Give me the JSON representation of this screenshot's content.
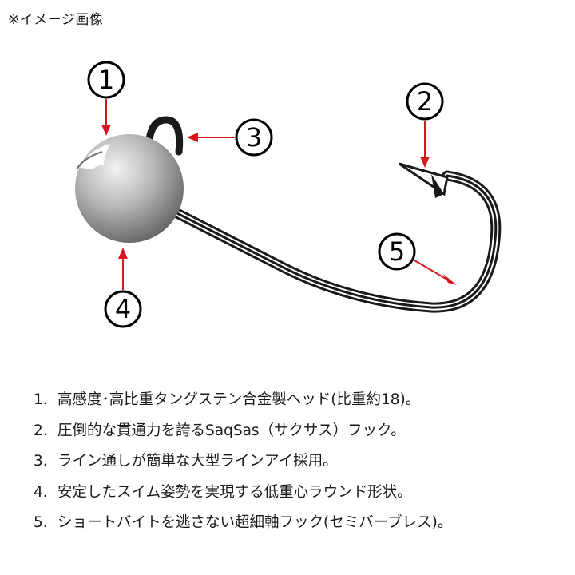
{
  "note": "※イメージ画像",
  "callouts": [
    "1",
    "2",
    "3",
    "4",
    "5"
  ],
  "features": [
    {
      "num": "1.",
      "text": "高感度･高比重タングステン合金製ヘッド(比重約18)。"
    },
    {
      "num": "2.",
      "text": "圧倒的な貫通力を誇るSaqSas（サクサス）フック。"
    },
    {
      "num": "3.",
      "text": "ライン通しが簡単な大型ラインアイ採用。"
    },
    {
      "num": "4.",
      "text": "安定したスイム姿勢を実現する低重心ラウンド形状。"
    },
    {
      "num": "5.",
      "text": "ショートバイトを逃さない超細軸フック(セミバーブレス)。"
    }
  ],
  "colors": {
    "arrow": "#d6181e",
    "hook": "#1a1a1a",
    "head": "#8a8a8a"
  }
}
